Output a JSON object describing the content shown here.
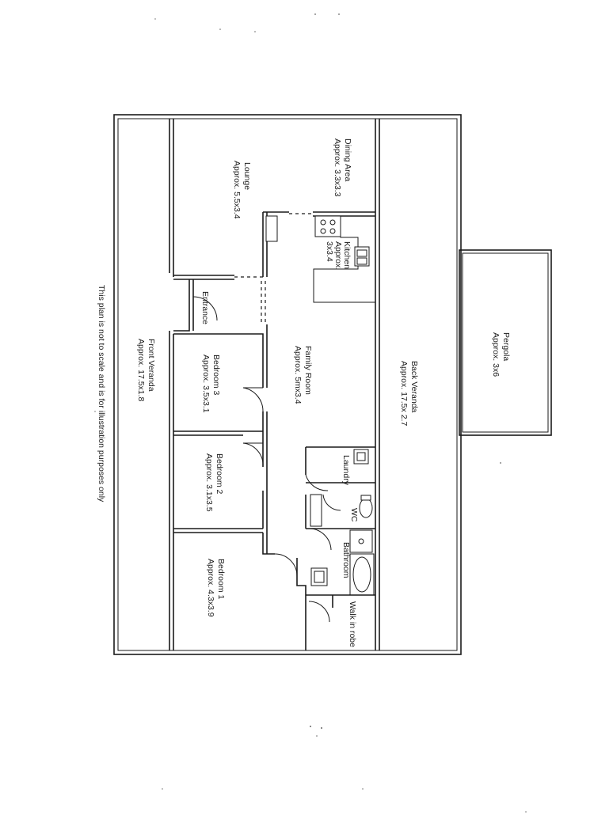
{
  "rooms": {
    "lounge": {
      "name": "Lounge",
      "size": "Approx. 5.5x3.4"
    },
    "dining": {
      "name": "Dining Area",
      "size": "Approx. 3.3x3.3"
    },
    "kitchen": {
      "name": "Kitchen",
      "size_line1": "Approx.",
      "size_line2": "3x3.4"
    },
    "entrance": {
      "name": "Entrance"
    },
    "bedroom3": {
      "name": "Bedroom 3",
      "size": "Approx. 3.5x3.1"
    },
    "bedroom2": {
      "name": "Bedroom 2",
      "size": "Approx. 3.1x3.5"
    },
    "bedroom1": {
      "name": "Bedroom 1",
      "size": "Approx. 4.3x3.9"
    },
    "family": {
      "name": "Family Room",
      "size": "Approx. 5mx3.4"
    },
    "front_veranda": {
      "name": "Front Veranda",
      "size": "Approx. 17.5x1.8"
    },
    "back_veranda": {
      "name": "Back Veranda",
      "size": "Approx. 17.5x 2.7"
    },
    "pergola": {
      "name": "Pergola",
      "size": "Approx. 3x6"
    },
    "laundry": {
      "name": "Laundry"
    },
    "wc": {
      "name": "WC"
    },
    "bathroom": {
      "name": "Bathroom"
    },
    "walk_in_robe": {
      "name": "Walk in robe"
    }
  },
  "disclaimer": "This plan is not to scale and is for illustration purposes only"
}
